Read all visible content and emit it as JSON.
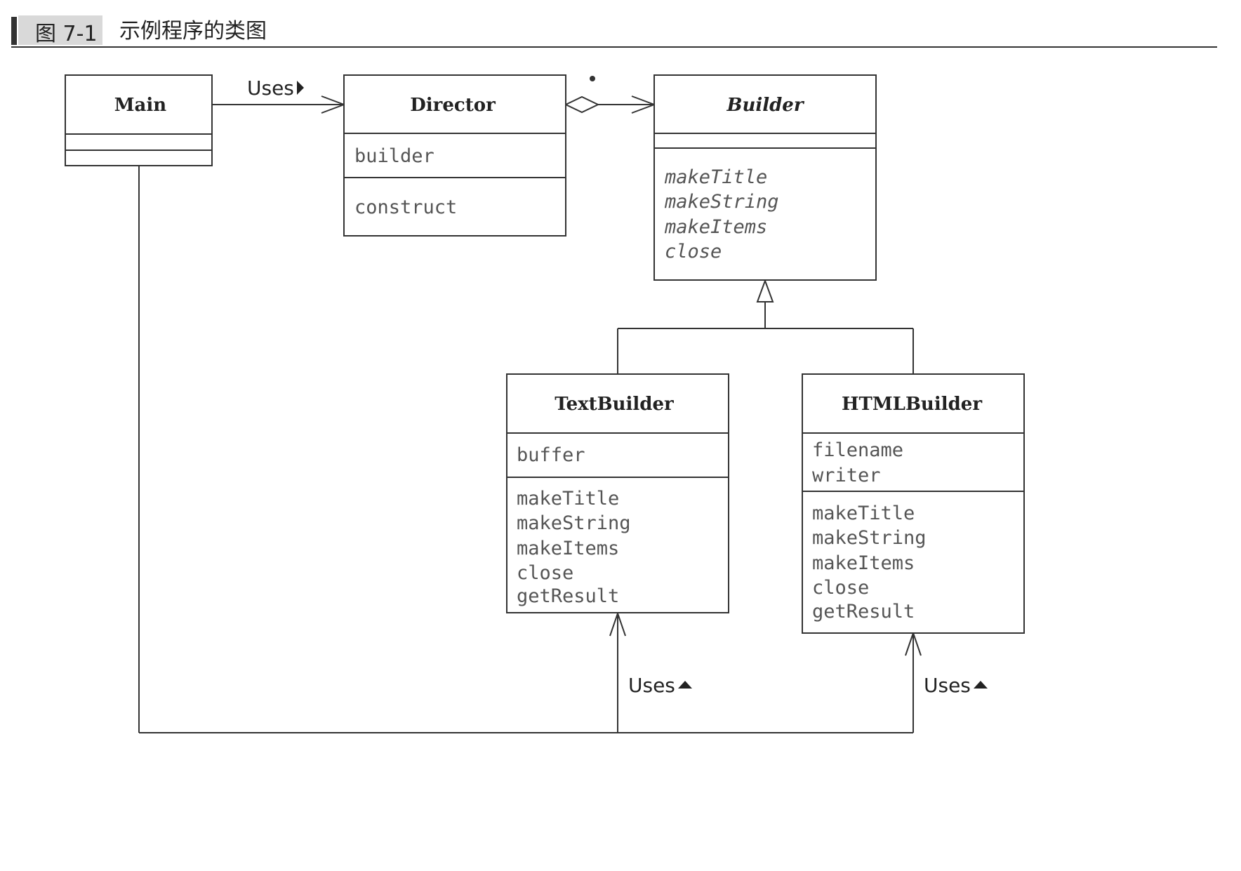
{
  "figure": {
    "number": "图 7-1",
    "title": "示例程序的类图"
  },
  "classes": {
    "main": {
      "name": "Main",
      "fields": [],
      "methods": []
    },
    "director": {
      "name": "Director",
      "fields": [
        "builder"
      ],
      "methods": [
        "construct"
      ]
    },
    "builder": {
      "name": "Builder",
      "fields": [],
      "methods": [
        "makeTitle",
        "makeString",
        "makeItems",
        "close"
      ]
    },
    "textbuilder": {
      "name": "TextBuilder",
      "fields": [
        "buffer"
      ],
      "methods": [
        "makeTitle",
        "makeString",
        "makeItems",
        "close",
        "getResult"
      ]
    },
    "htmlbuilder": {
      "name": "HTMLBuilder",
      "fields": [
        "filename",
        "writer"
      ],
      "methods": [
        "makeTitle",
        "makeString",
        "makeItems",
        "close",
        "getResult"
      ]
    }
  },
  "relations": {
    "main_director": "Uses",
    "main_textbuilder": "Uses",
    "main_htmlbuilder": "Uses"
  }
}
